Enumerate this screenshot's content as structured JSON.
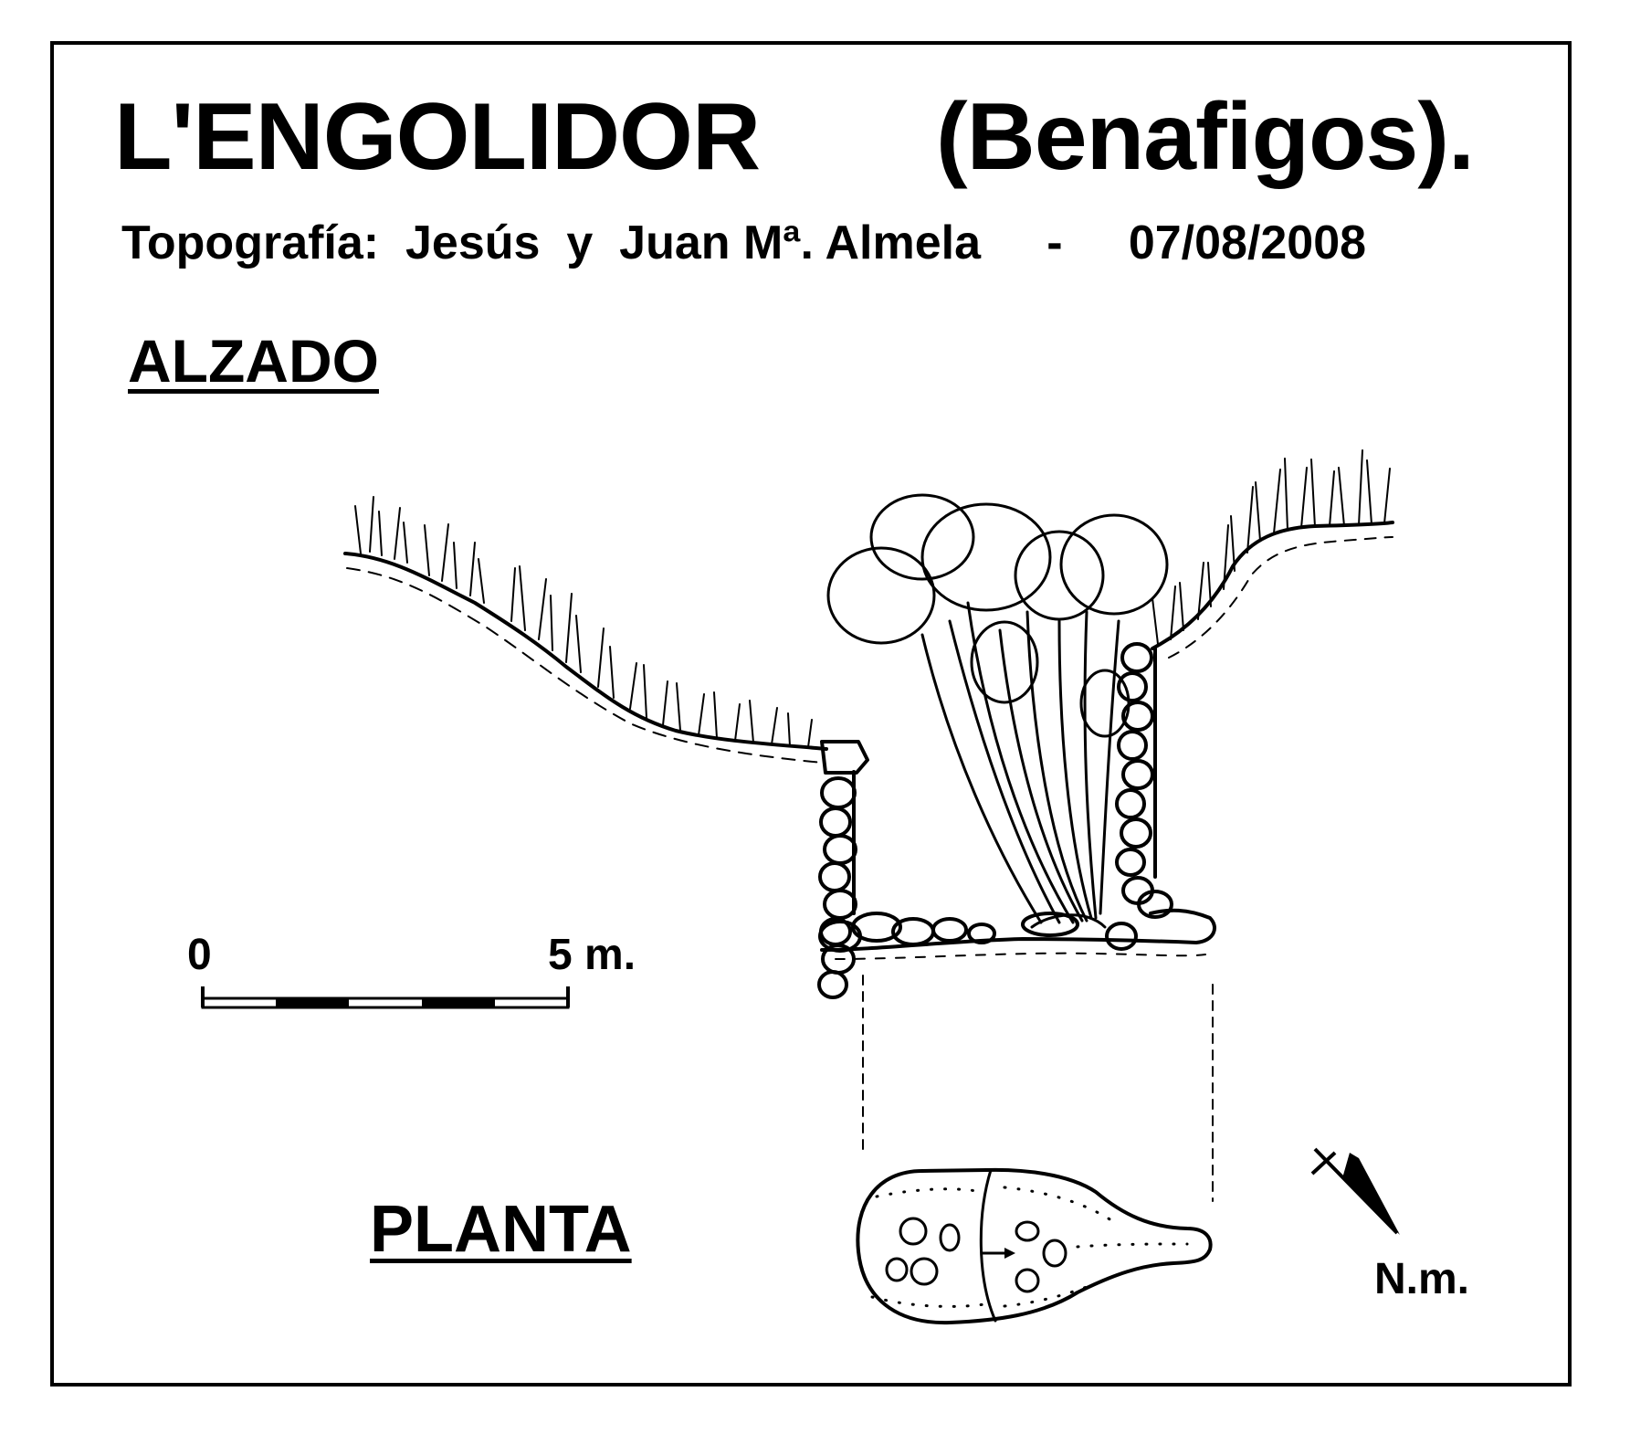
{
  "header": {
    "cave_name": "L'ENGOLIDOR",
    "locality": "(Benafigos).",
    "credits": "Topografía:  Jesús  y  Juan Mª. Almela     -     07/08/2008"
  },
  "views": {
    "elevation_label": "ALZADO",
    "plan_label": "PLANTA"
  },
  "scale_bar": {
    "start_label": "0",
    "end_label": "5 m.",
    "length_m": 5,
    "segments": 5
  },
  "north_arrow": {
    "label": "N.m.",
    "icon": "north-arrow-icon"
  },
  "colors": {
    "ink": "#000000",
    "paper": "#ffffff"
  }
}
